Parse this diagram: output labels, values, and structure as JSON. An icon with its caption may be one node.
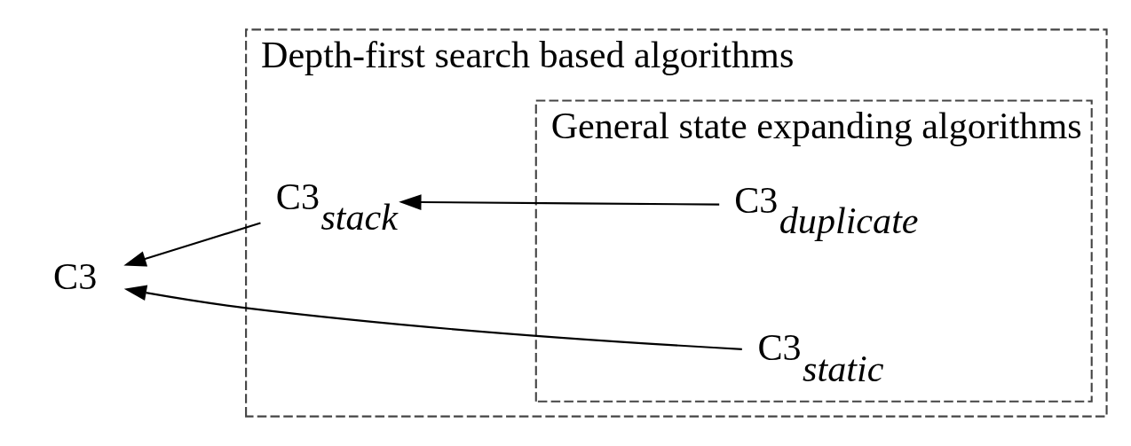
{
  "diagram": {
    "nodes": [
      {
        "text": [
          "Depth-first search based algorithms"
        ]
      },
      {
        "text": [
          "General state expanding algorithms"
        ],
        "in": 0
      },
      {
        "text": [
          "C3$_{static}$"
        ],
        "in": 1
      },
      {
        "text": [
          "C3$_{duplicate}$"
        ],
        "in": 1
      },
      {
        "text": [
          "C3$_{stack}$"
        ],
        "in": 0
      },
      {
        "text": [
          "C3"
        ]
      }
    ],
    "edges": [
      {
        "from": 2,
        "to": 5,
        "arrow": "to"
      },
      {
        "from": 3,
        "to": 4,
        "arrow": "to"
      },
      {
        "from": 4,
        "to": 5,
        "arrow": "to"
      }
    ]
  }
}
